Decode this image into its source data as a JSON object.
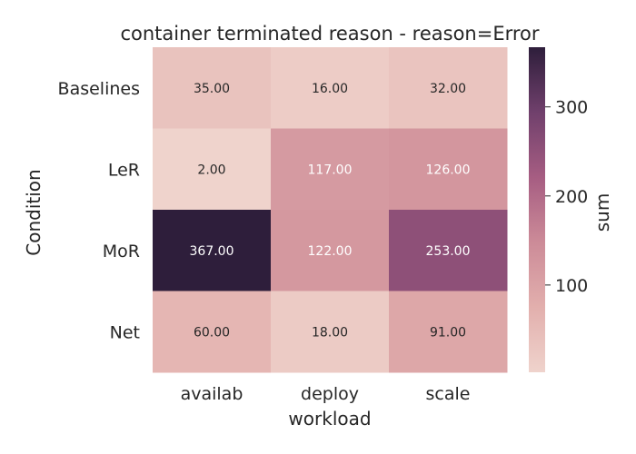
{
  "chart_data": {
    "type": "heatmap",
    "title": "container terminated reason - reason=Error",
    "xlabel": "workload",
    "ylabel": "Condition",
    "x_categories": [
      "availab",
      "deploy",
      "scale"
    ],
    "y_categories": [
      "Baselines",
      "LeR",
      "MoR",
      "Net"
    ],
    "values": [
      [
        35.0,
        16.0,
        32.0
      ],
      [
        2.0,
        117.0,
        126.0
      ],
      [
        367.0,
        122.0,
        253.0
      ],
      [
        60.0,
        18.0,
        91.0
      ]
    ],
    "cell_labels": [
      [
        "35.00",
        "16.00",
        "32.00"
      ],
      [
        "2.00",
        "117.00",
        "126.00"
      ],
      [
        "367.00",
        "122.00",
        "253.00"
      ],
      [
        "60.00",
        "18.00",
        "91.00"
      ]
    ],
    "vmin": 2,
    "vmax": 367,
    "colorbar": {
      "label": "sum",
      "ticks": [
        100,
        200,
        300
      ],
      "tick_labels": [
        "100",
        "200",
        "300"
      ]
    },
    "colormap": [
      "#efd3cc",
      "#e2afad",
      "#cc8b98",
      "#a65d82",
      "#70406c",
      "#2e1e3b"
    ]
  }
}
